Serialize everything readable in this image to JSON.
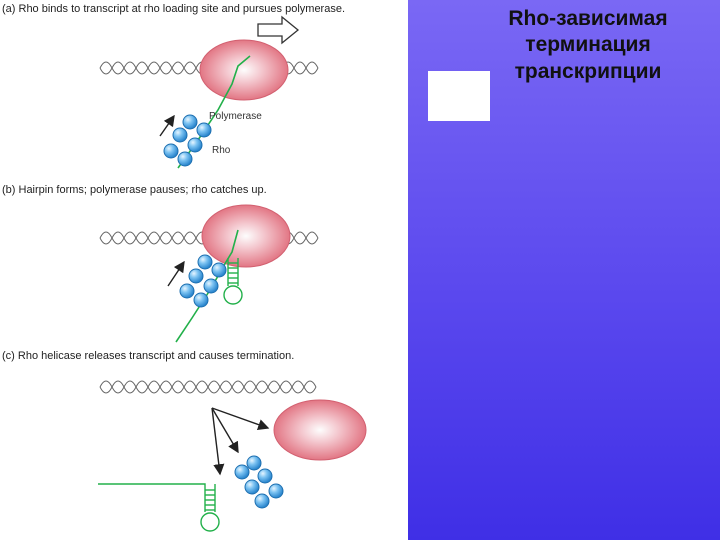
{
  "slide": {
    "title": "Rho-зависимая терминация транскрипции"
  },
  "figure": {
    "panels": [
      {
        "caption": "(a) Rho binds to transcript at rho loading site and pursues polymerase."
      },
      {
        "caption": "(b) Hairpin forms; polymerase pauses; rho catches up."
      },
      {
        "caption": "(c) Rho helicase releases transcript and causes termination."
      }
    ],
    "labels": {
      "polymerase": "Polymerase",
      "rho": "Rho"
    }
  },
  "colors": {
    "panel_gradient_top": "#7a68f4",
    "panel_gradient_bottom": "#3f2fe6",
    "polymerase": "#e8828e",
    "rho_sphere": "#3d9ee0",
    "rna": "#22b04a",
    "dna": "#555555"
  }
}
